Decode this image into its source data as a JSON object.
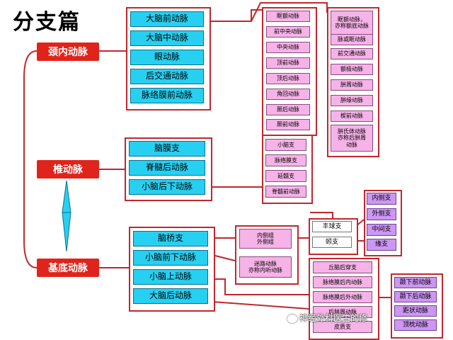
{
  "title": "分支篇",
  "roots": {
    "carotid": "颈内动脉",
    "vertebral": "椎动脉",
    "basilar": "基底动脉"
  },
  "carotid_branches": [
    "大脑前动脉",
    "大脑中动脉",
    "眼动脉",
    "后交通动脉",
    "脉络膜前动脉"
  ],
  "mca_branches": [
    "眶额动脉",
    "前中央动脉",
    "中央动脉",
    "顶前动脉",
    "顶后动脉",
    "角回动脉",
    "颞后动脉",
    "颞前动脉"
  ],
  "aca_branches": [
    "眶额动脉，\n亦称额底动脉",
    "脉或眶动脉",
    "前交通动脉",
    "额极动脉",
    "胼周动脉",
    "胼缘动脉",
    "楔前动脉",
    "胼氏体动脉\n亦称后胼周\n动脉"
  ],
  "vertebral_branches": [
    "脑膜支",
    "脊髓后动脉",
    "小脑后下动脉"
  ],
  "pica_branches": [
    "小脑支",
    "脉络膜支",
    "延髓支",
    "脊髓前动脉"
  ],
  "basilar_branches": [
    "脑桥支",
    "小脑前下动脉",
    "小脑上动脉",
    "大脑后动脉"
  ],
  "aica_branches": [
    "内侧组\n外侧组",
    "迷路动脉\n亦称内听动脉"
  ],
  "pons_branches": [
    "丰球支",
    "蚓支"
  ],
  "lav_branches": [
    "内侧支",
    "外侧支",
    "中间支",
    "缘支"
  ],
  "pca_branches": [
    "丘脑后穿支",
    "脉络膜后内动脉",
    "脉络膜后外动脉",
    "后胼周动脉",
    "皮质支"
  ],
  "cortical_branches": [
    "颞下前动脉",
    "颞下后动脉",
    "距状动脉",
    "顶枕动脉"
  ],
  "watermark": "神经外科医生的修",
  "colors": {
    "root": "#e0241b",
    "cyan": "#27d0f1",
    "pink": "#f6b3e8",
    "lavender": "#cd96f3",
    "line": "#c1272d"
  }
}
